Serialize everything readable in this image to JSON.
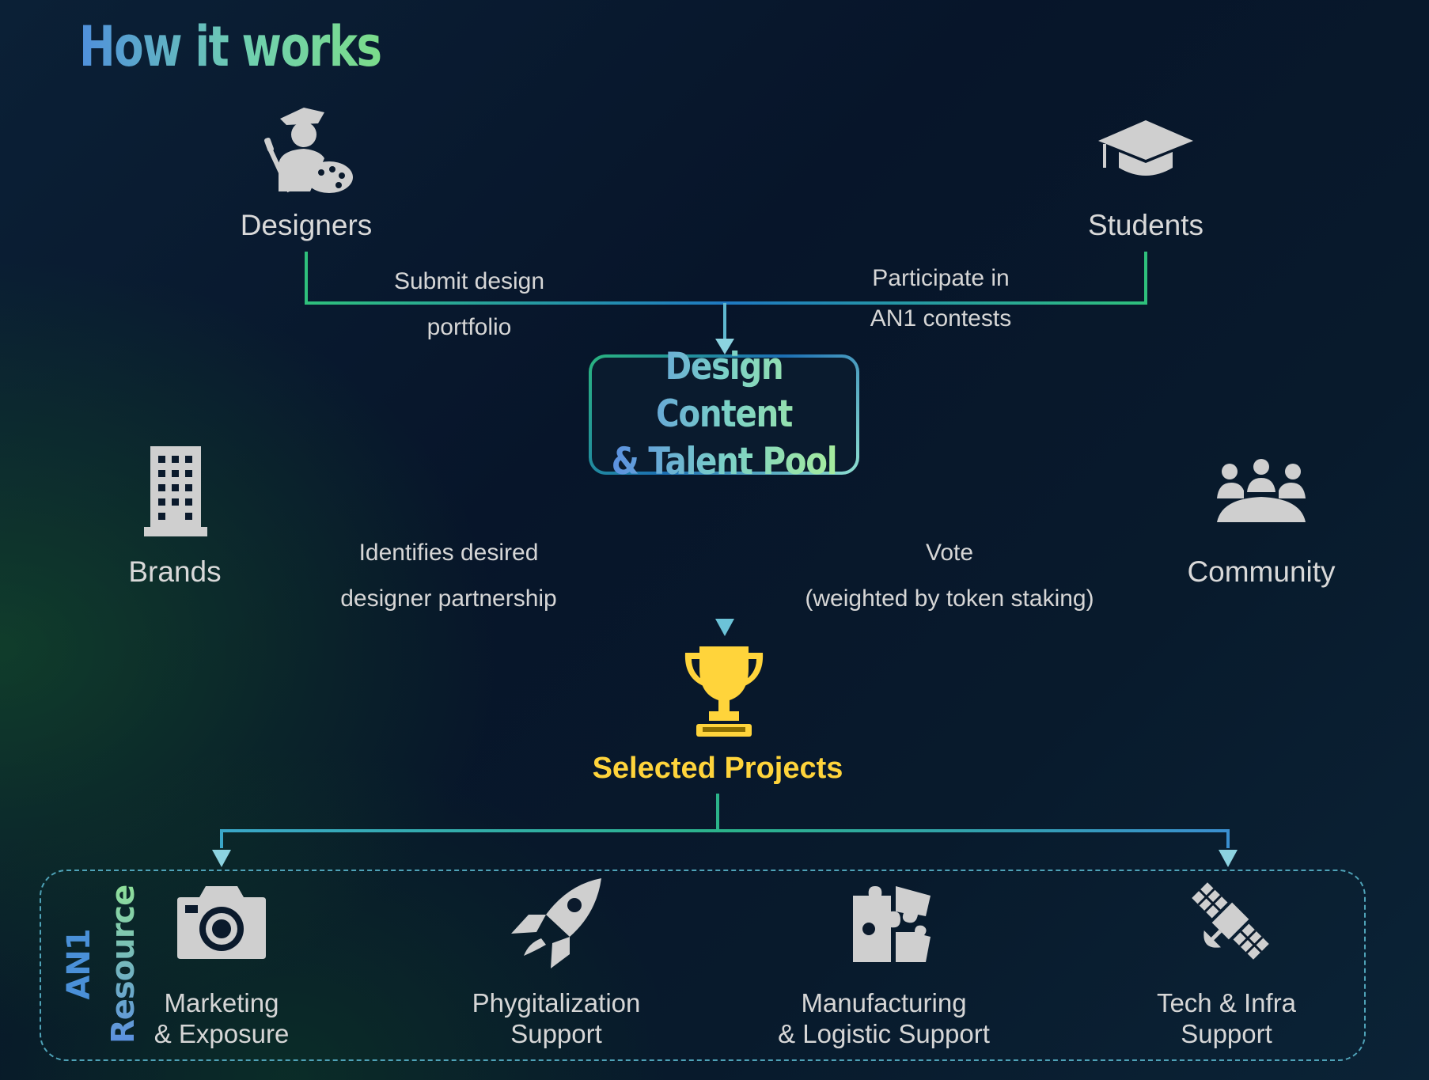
{
  "title": "How it works",
  "nodes": {
    "designers": "Designers",
    "students": "Students",
    "pool": "Design Content\n& Talent Pool",
    "brands": "Brands",
    "community": "Community",
    "selected": "Selected Projects"
  },
  "edges": {
    "designers_line1": "Submit design",
    "designers_line2": "portfolio",
    "students_line1": "Participate in",
    "students_line2": "AN1 contests",
    "brands_line1": "Identifies desired",
    "brands_line2": "designer partnership",
    "community_line1": "Vote",
    "community_line2": "(weighted by token staking)"
  },
  "resources": {
    "label_an1": "AN1",
    "label_resources": "Resources",
    "items": [
      {
        "label": "Marketing\n& Exposure",
        "icon": "camera-icon"
      },
      {
        "label": "Phygitalization\nSupport",
        "icon": "rocket-icon"
      },
      {
        "label": "Manufacturing\n& Logistic Support",
        "icon": "puzzle-icon"
      },
      {
        "label": "Tech & Infra\nSupport",
        "icon": "satellite-icon"
      }
    ]
  },
  "colors": {
    "icon": "#cfcfcf",
    "trophy": "#ffd43b",
    "line_green": "#2fc07c",
    "line_blue": "#1f79c2",
    "arrow": "#6cc3d8"
  }
}
